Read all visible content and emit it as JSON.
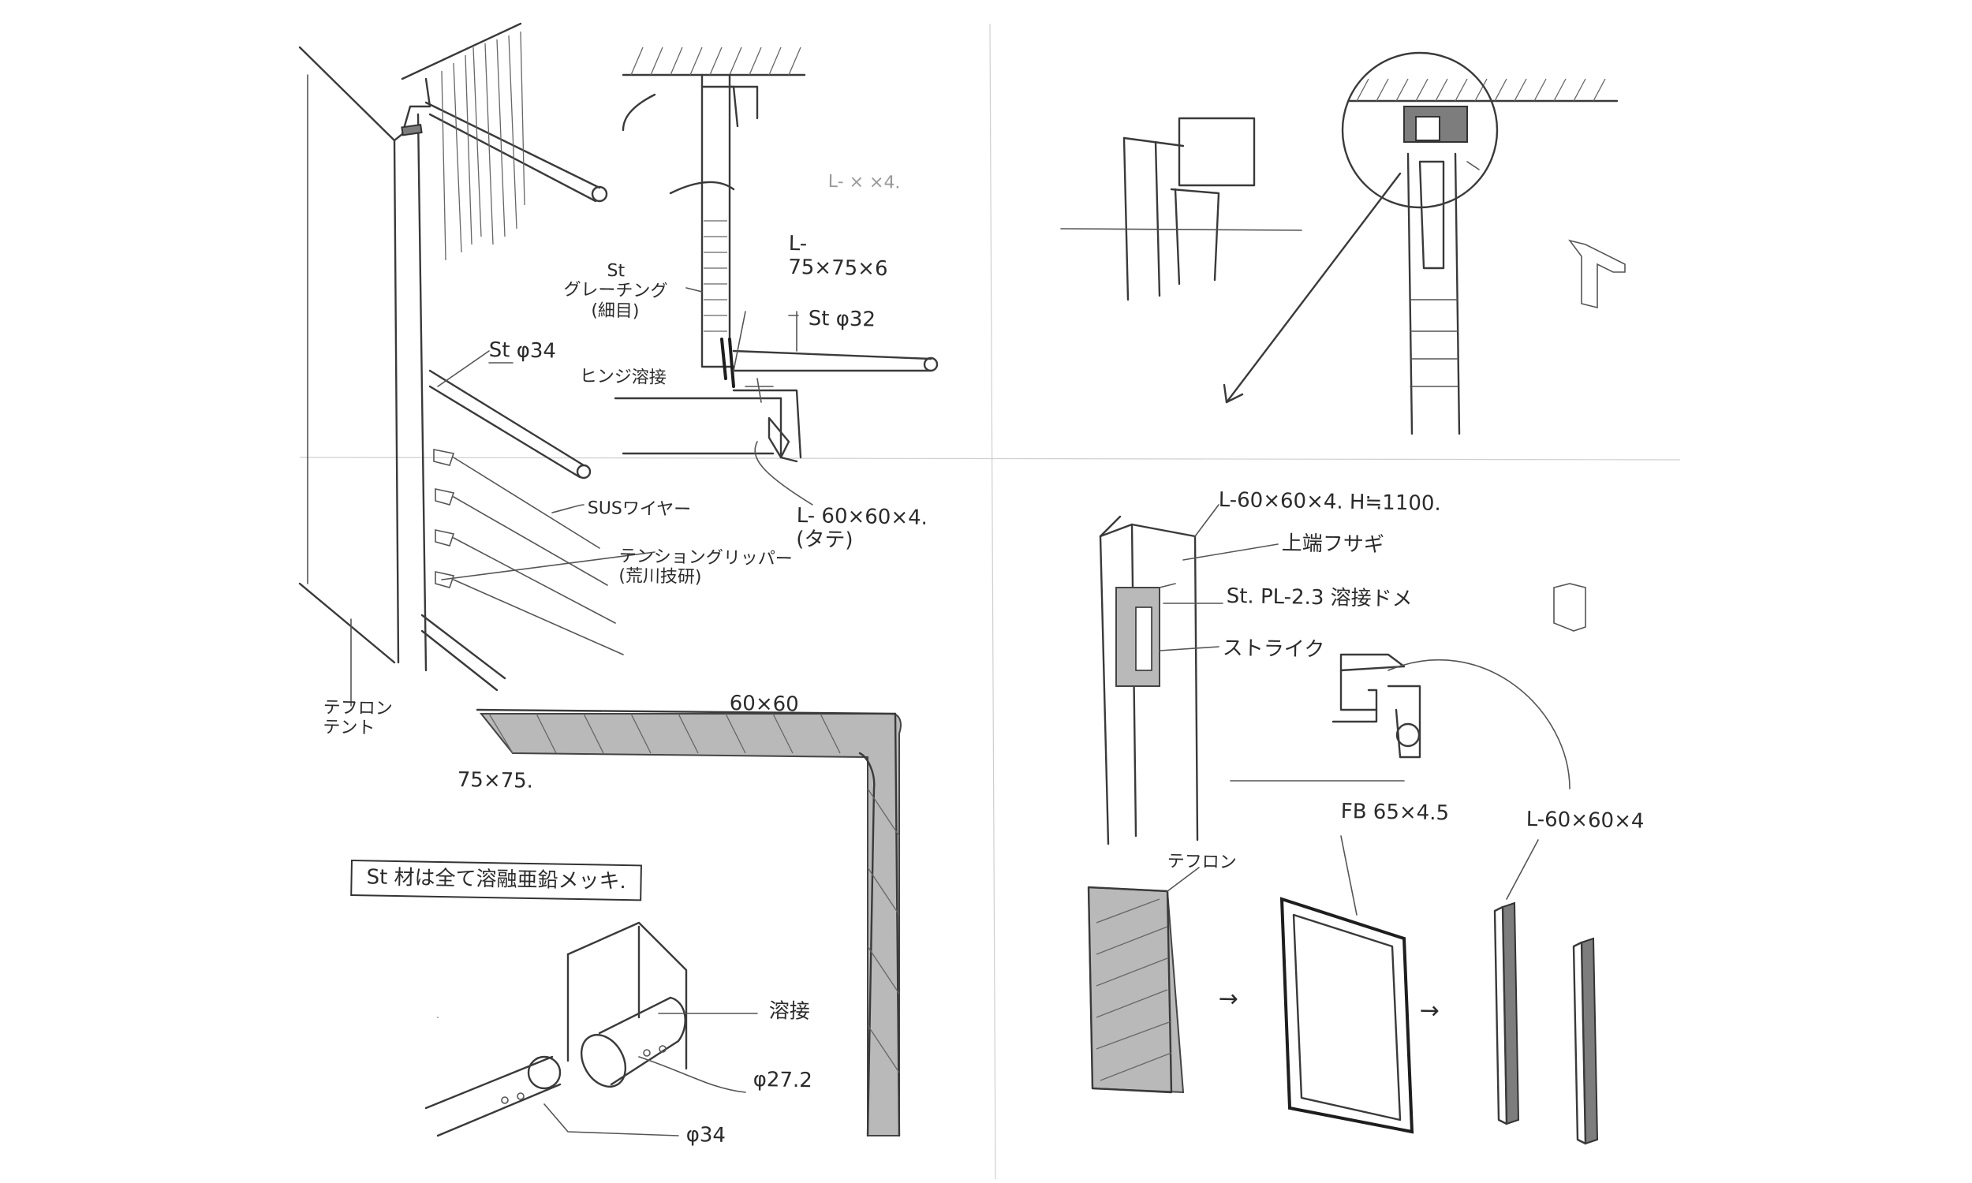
{
  "labels": {
    "l_dim_faint": "L-  ×  ×4.",
    "st_grating": "St\nグレーチング\n(細目)",
    "l_75": "L-\n75×75×6",
    "st_phi32": "St φ32",
    "hinge_weld": "ヒンジ溶接",
    "st_phi34": "St φ34",
    "l_60_vertical": "L- 60×60×4.\n(タテ)",
    "sus_wire": "SUSワイヤー",
    "tension_gripper": "テンショングリッパー\n(荒川技研)",
    "teflon_tent": "テフロン\nテント",
    "dim_60x60": "60×60",
    "dim_75x75": "75×75.",
    "galvanize_note": "St 材は全て溶融亜鉛メッキ.",
    "weld": "溶接",
    "phi_27": "φ27.2",
    "phi_34": "φ34",
    "l_60_h1100": "L-60×60×4. H≒1100.",
    "top_cap": "上端フサギ",
    "st_plate_weld": "St. PL-2.3 溶接ドメ",
    "strike": "ストライク",
    "teflon": "テフロン",
    "fb_65": "FB 65×4.5",
    "l_60_right": "L-60×60×4"
  },
  "icons": {
    "arrow_1": "right-arrow-icon",
    "arrow_2": "right-arrow-icon"
  }
}
